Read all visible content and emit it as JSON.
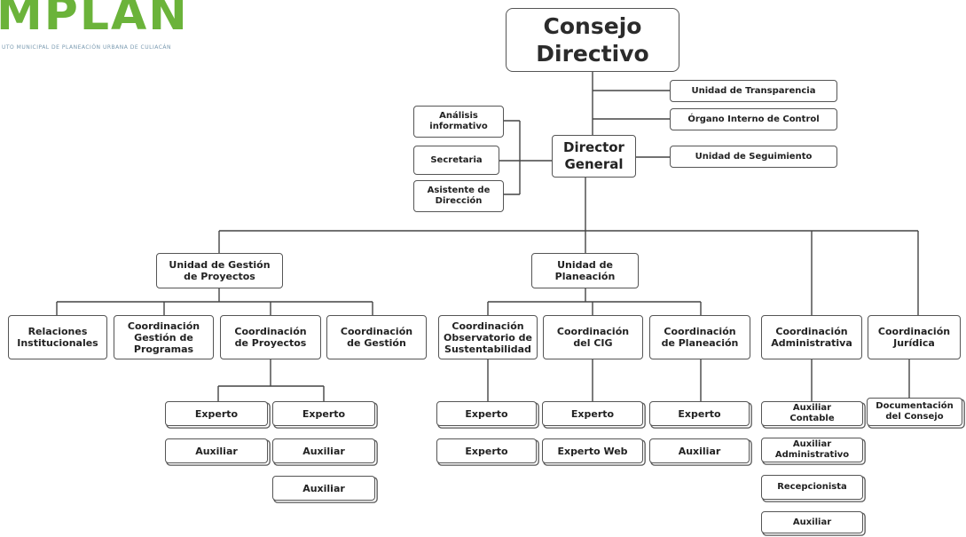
{
  "logo": {
    "wordmark": "MPLAN",
    "subtitle": "UTO MUNICIPAL DE PLANEACIÓN URBANA DE CULIACÁN"
  },
  "nodes": {
    "consejo": "Consejo\nDirectivo",
    "transparencia": "Unidad de Transparencia",
    "control": "Órgano Interno de Control",
    "seguimiento": "Unidad de Seguimiento",
    "director": "Director\nGeneral",
    "analisis": "Análisis\ninformativo",
    "secretaria": "Secretaria",
    "asistente": "Asistente de\nDirección",
    "ugp": "Unidad de Gestión\nde Proyectos",
    "planeacion": "Unidad de\nPlaneación",
    "relaciones": "Relaciones\nInstitucionales",
    "coord_programas": "Coordinación\nGestión de\nProgramas",
    "coord_proyectos": "Coordinación\nde Proyectos",
    "coord_gestion": "Coordinación\nde Gestión",
    "coord_observatorio": "Coordinación\nObservatorio de\nSustentabilidad",
    "coord_cig": "Coordinación\ndel CIG",
    "coord_planeacion": "Coordinación\nde Planeación",
    "coord_admin": "Coordinación\nAdministrativa",
    "coord_juridica": "Coordinación\nJurídica",
    "proy_experto1": "Experto",
    "proy_experto2": "Experto",
    "proy_auxiliar1": "Auxiliar",
    "proy_auxiliar2": "Auxiliar",
    "proy_auxiliar3": "Auxiliar",
    "obs_experto1": "Experto",
    "obs_experto2": "Experto",
    "cig_experto": "Experto",
    "cig_experto_web": "Experto Web",
    "plan_experto": "Experto",
    "plan_auxiliar": "Auxiliar",
    "aux_contable": "Auxiliar\nContable",
    "aux_admin": "Auxiliar\nAdministrativo",
    "recepcionista": "Recepcionista",
    "admin_auxiliar": "Auxiliar",
    "documentacion": "Documentación\ndel Consejo"
  }
}
